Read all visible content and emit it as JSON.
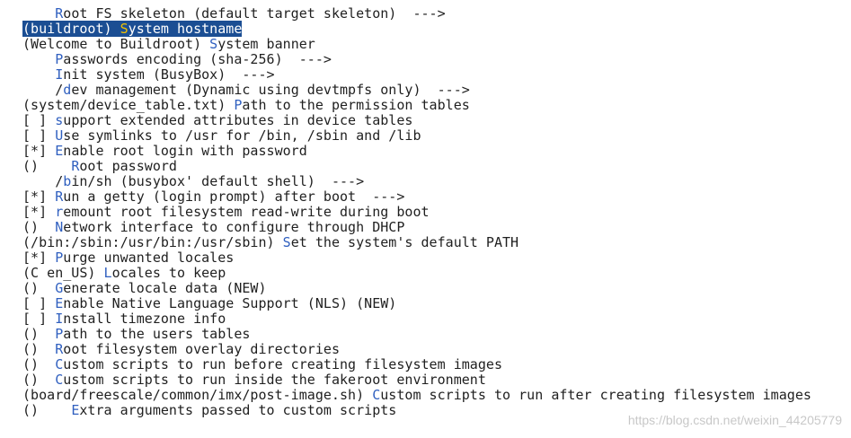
{
  "menu": {
    "items": [
      {
        "prefix": "    ",
        "hotkey": "R",
        "rest": "oot FS skeleton (default target skeleton)  --->"
      },
      {
        "prefix": "(buildroot) ",
        "hotkey": "S",
        "rest": "ystem hostname",
        "selected": true
      },
      {
        "prefix": "(Welcome to Buildroot) ",
        "hotkey": "S",
        "rest": "ystem banner"
      },
      {
        "prefix": "    ",
        "hotkey": "P",
        "rest": "asswords encoding (sha-256)  --->"
      },
      {
        "prefix": "    ",
        "hotkey": "I",
        "rest": "nit system (BusyBox)  --->"
      },
      {
        "prefix": "    /",
        "hotkey": "d",
        "rest": "ev management (Dynamic using devtmpfs only)  --->"
      },
      {
        "prefix": "(system/device_table.txt) ",
        "hotkey": "P",
        "rest": "ath to the permission tables"
      },
      {
        "prefix": "[ ] ",
        "hotkey": "s",
        "rest": "upport extended attributes in device tables"
      },
      {
        "prefix": "[ ] ",
        "hotkey": "U",
        "rest": "se symlinks to /usr for /bin, /sbin and /lib"
      },
      {
        "prefix": "[*] ",
        "hotkey": "E",
        "rest": "nable root login with password"
      },
      {
        "prefix": "()    ",
        "hotkey": "R",
        "rest": "oot password"
      },
      {
        "prefix": "    /",
        "hotkey": "b",
        "rest": "in/sh (busybox' default shell)  --->"
      },
      {
        "prefix": "[*] ",
        "hotkey": "R",
        "rest": "un a getty (login prompt) after boot  --->"
      },
      {
        "prefix": "[*] ",
        "hotkey": "r",
        "rest": "emount root filesystem read-write during boot"
      },
      {
        "prefix": "()  ",
        "hotkey": "N",
        "rest": "etwork interface to configure through DHCP"
      },
      {
        "prefix": "(/bin:/sbin:/usr/bin:/usr/sbin) ",
        "hotkey": "S",
        "rest": "et the system's default PATH"
      },
      {
        "prefix": "[*] ",
        "hotkey": "P",
        "rest": "urge unwanted locales"
      },
      {
        "prefix": "(C en_US) ",
        "hotkey": "L",
        "rest": "ocales to keep"
      },
      {
        "prefix": "()  ",
        "hotkey": "G",
        "rest": "enerate locale data (NEW)"
      },
      {
        "prefix": "[ ] ",
        "hotkey": "E",
        "rest": "nable Native Language Support (NLS) (NEW)"
      },
      {
        "prefix": "[ ] ",
        "hotkey": "I",
        "rest": "nstall timezone info"
      },
      {
        "prefix": "()  ",
        "hotkey": "P",
        "rest": "ath to the users tables"
      },
      {
        "prefix": "()  ",
        "hotkey": "R",
        "rest": "oot filesystem overlay directories"
      },
      {
        "prefix": "()  ",
        "hotkey": "C",
        "rest": "ustom scripts to run before creating filesystem images"
      },
      {
        "prefix": "()  ",
        "hotkey": "C",
        "rest": "ustom scripts to run inside the fakeroot environment"
      },
      {
        "prefix": "(board/freescale/common/imx/post-image.sh) ",
        "hotkey": "C",
        "rest": "ustom scripts to run after creating filesystem images"
      },
      {
        "prefix": "()    ",
        "hotkey": "E",
        "rest": "xtra arguments passed to custom scripts"
      }
    ]
  },
  "watermark": "https://blog.csdn.net/weixin_44205779",
  "colors": {
    "selection_bg": "#1b4e93",
    "selection_fg": "#ffffff",
    "hotkey": "#2f5fbf",
    "hotkey_selected": "#f2c200",
    "text": "#1f1f1f"
  }
}
